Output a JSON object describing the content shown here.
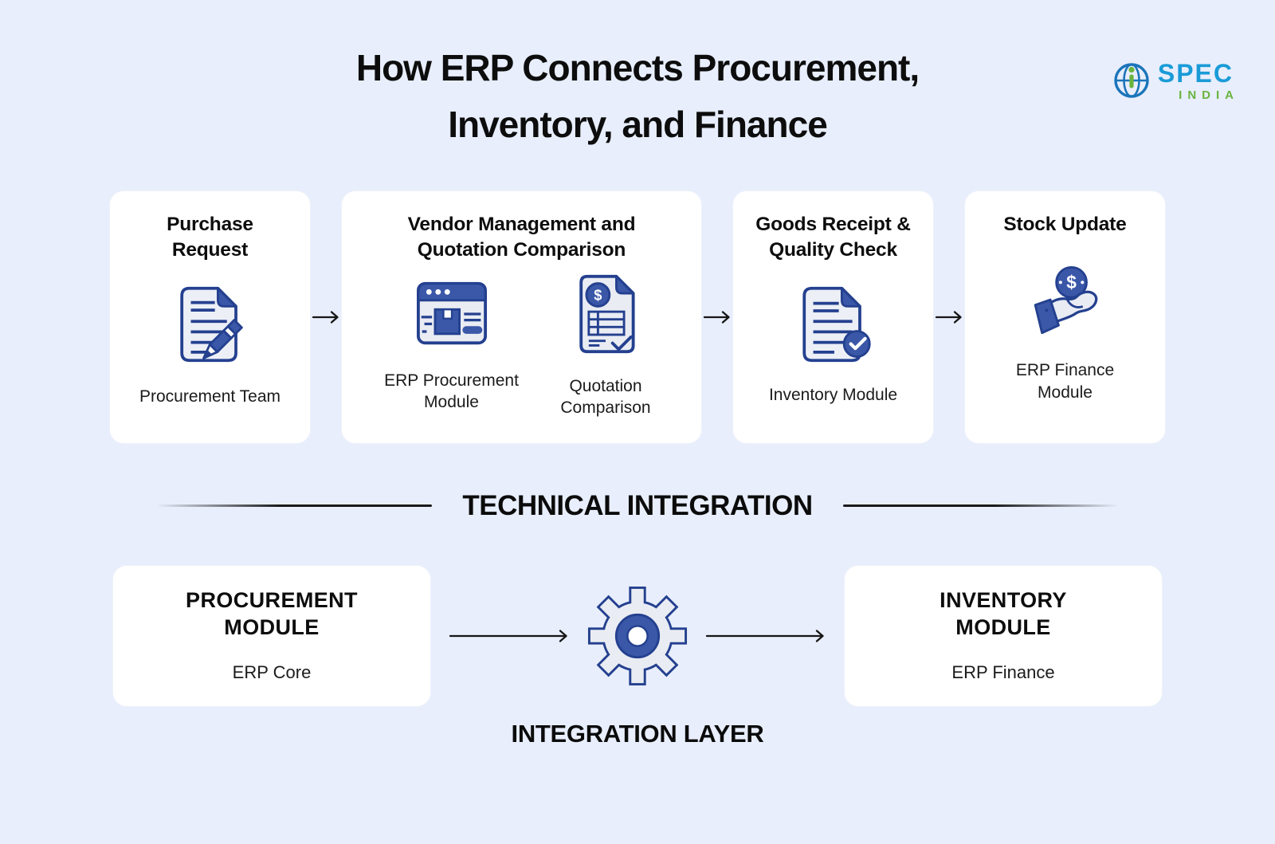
{
  "title": {
    "line1": "How ERP Connects Procurement,",
    "line2": "Inventory, and Finance"
  },
  "logo": {
    "spec": "SPEC",
    "india": "INDIA",
    "globe_icon": "globe-icon",
    "spec_color": "#1A9BD7",
    "india_color": "#6AB43E"
  },
  "flow": {
    "arrow_icon": "arrow-right-icon",
    "cards": [
      {
        "title": "Purchase Request",
        "items": [
          {
            "icon": "document-pen-icon",
            "label": "Procurement Team"
          }
        ]
      },
      {
        "title": "Vendor Management and Quotation Comparison",
        "items": [
          {
            "icon": "erp-window-icon",
            "label": "ERP Procurement Module"
          },
          {
            "icon": "quotation-document-icon",
            "label": "Quotation Comparison"
          }
        ]
      },
      {
        "title": "Goods Receipt & Quality Check",
        "items": [
          {
            "icon": "document-check-icon",
            "label": "Inventory Module"
          }
        ]
      },
      {
        "title": "Stock Update",
        "items": [
          {
            "icon": "hand-coin-icon",
            "label": "ERP Finance Module"
          }
        ]
      }
    ]
  },
  "integration": {
    "section_title": "TECHNICAL INTEGRATION",
    "left_module": {
      "title": "PROCUREMENT MODULE",
      "subtitle": "ERP Core"
    },
    "right_module": {
      "title": "INVENTORY MODULE",
      "subtitle": "ERP Finance"
    },
    "gear_icon": "gear-icon",
    "layer_label": "INTEGRATION LAYER"
  },
  "colors": {
    "background": "#E8EEFC",
    "card": "#FFFFFF",
    "icon_blue": "#3A57A8",
    "icon_outline": "#24408F",
    "icon_light": "#E9ECF3",
    "arrow": "#161616",
    "text": "#0D0D0D"
  }
}
